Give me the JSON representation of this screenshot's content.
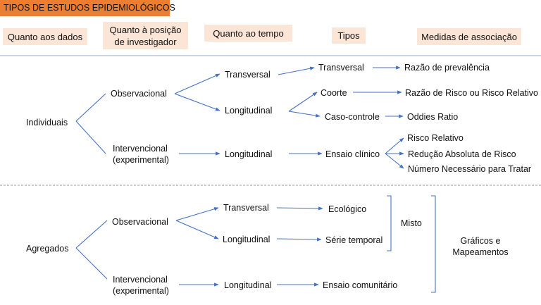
{
  "title": "TIPOS DE ESTUDOS EPIDEMIOLÓGICOS",
  "headers": {
    "dados": "Quanto aos dados",
    "posicao_l1": "Quanto à posição",
    "posicao_l2": "de investigador",
    "tempo": "Quanto ao tempo",
    "tipos": "Tipos",
    "medidas": "Medidas de associação"
  },
  "individuais": {
    "root": "Individuais",
    "observacional": "Observacional",
    "intervencional_l1": "Intervencional",
    "intervencional_l2": "(experimental)",
    "transversal_tempo": "Transversal",
    "longitudinal_obs": "Longitudinal",
    "longitudinal_int": "Longitudinal",
    "transversal_tipo": "Transversal",
    "coorte": "Coorte",
    "caso_controle": "Caso-controle",
    "ensaio_clinico": "Ensaio clínico",
    "razao_prevalencia": "Razão de prevalência",
    "razao_risco": "Razão de Risco ou Risco Relativo",
    "oddies_ratio": "Oddies Ratio",
    "risco_relativo": "Risco Relativo",
    "reducao_absoluta": "Redução Absoluta de Risco",
    "nnt": "Número Necessário para Tratar"
  },
  "agregados": {
    "root": "Agregados",
    "observacional": "Observacional",
    "intervencional_l1": "Intervencional",
    "intervencional_l2": "(experimental)",
    "transversal_tempo": "Transversal",
    "longitudinal_obs": "Longitudinal",
    "longitudinal_int": "Longitudinal",
    "ecologico": "Ecológico",
    "serie_temporal": "Série temporal",
    "ensaio_comunitario": "Ensaio comunitário",
    "misto": "Misto",
    "graficos_l1": "Gráficos e",
    "graficos_l2": "Mapeamentos"
  },
  "colors": {
    "accent": "#ed7d31",
    "header_fill": "#fbe5d6",
    "connector": "#4472c4",
    "divider": "#8eaadb"
  }
}
